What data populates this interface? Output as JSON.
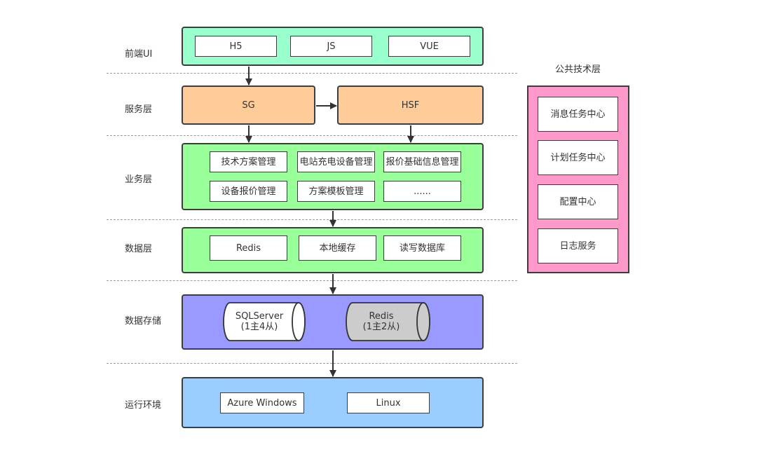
{
  "colors": {
    "frontend": "#99ffcc",
    "service": "#ffcc99",
    "business": "#99ff99",
    "data": "#99ff99",
    "storage": "#9999ff",
    "runtime": "#99ccff",
    "common": "#ff99cc",
    "redis_cylinder": "#cccccc"
  },
  "layers": {
    "frontend": {
      "label": "前端UI",
      "items": [
        "H5",
        "JS",
        "VUE"
      ]
    },
    "service": {
      "label": "服务层",
      "items": [
        "SG",
        "HSF"
      ]
    },
    "business": {
      "label": "业务层",
      "items": [
        "技术方案管理",
        "电站充电设备管理",
        "报价基础信息管理",
        "设备报价管理",
        "方案模板管理",
        "......"
      ]
    },
    "data": {
      "label": "数据层",
      "items": [
        "Redis",
        "本地缓存",
        "读写数据库"
      ]
    },
    "storage": {
      "label": "数据存储",
      "items": [
        {
          "name": "SQLServer",
          "note": "(1主4从)"
        },
        {
          "name": "Redis",
          "note": "(1主2从)"
        }
      ]
    },
    "runtime": {
      "label": "运行环境",
      "items": [
        "Azure Windows",
        "Linux"
      ]
    }
  },
  "common_layer": {
    "title": "公共技术层",
    "items": [
      "消息任务中心",
      "计划任务中心",
      "配置中心",
      "日志服务"
    ]
  },
  "icons": [
    "arrow-down-icon",
    "arrow-right-icon",
    "cylinder-icon"
  ]
}
